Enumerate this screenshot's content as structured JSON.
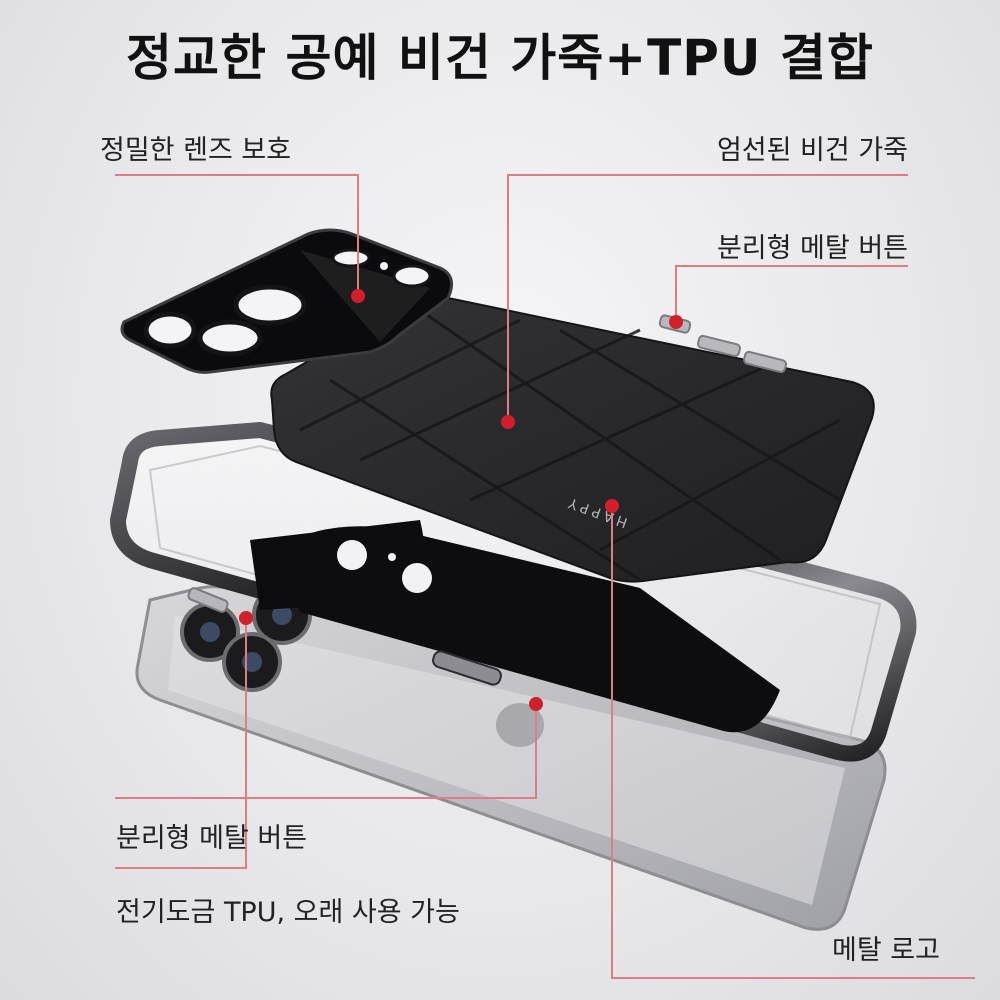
{
  "title": "정교한 공예 비건 가죽+TPU 결합",
  "labels": {
    "lens_protection": "정밀한 렌즈 보호",
    "vegan_leather": "엄선된 비건 가죽",
    "metal_button_top": "분리형 메탈 버튼",
    "metal_button_bottom": "분리형 메탈 버튼",
    "tpu_plating": "전기도금 TPU, 오래 사용 가능",
    "metal_logo": "메탈 로고"
  },
  "leather_logo_text": "HAPPY",
  "colors": {
    "accent": "#d31f2b",
    "leader_line": "#e07c84",
    "leather": "#2b2b2d",
    "chrome": "#3a3a3e",
    "phone_body": "#c9c9cd"
  }
}
